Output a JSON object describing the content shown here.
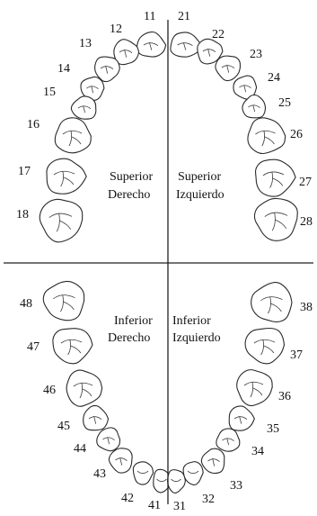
{
  "quadrants": {
    "upper_right": [
      "Superior",
      "Derecho"
    ],
    "upper_left": [
      "Superior",
      "Izquierdo"
    ],
    "lower_right": [
      "Inferior",
      "Derecho"
    ],
    "lower_left": [
      "Inferior",
      "Izquierdo"
    ]
  },
  "teeth": {
    "upper_right": [
      "11",
      "12",
      "13",
      "14",
      "15",
      "16",
      "17",
      "18"
    ],
    "upper_left": [
      "21",
      "22",
      "23",
      "24",
      "25",
      "26",
      "27",
      "28"
    ],
    "lower_right": [
      "41",
      "42",
      "43",
      "44",
      "45",
      "46",
      "47",
      "48"
    ],
    "lower_left": [
      "31",
      "32",
      "33",
      "34",
      "35",
      "36",
      "37",
      "38"
    ]
  },
  "colors": {
    "ink": "#222222",
    "paper": "#ffffff"
  }
}
